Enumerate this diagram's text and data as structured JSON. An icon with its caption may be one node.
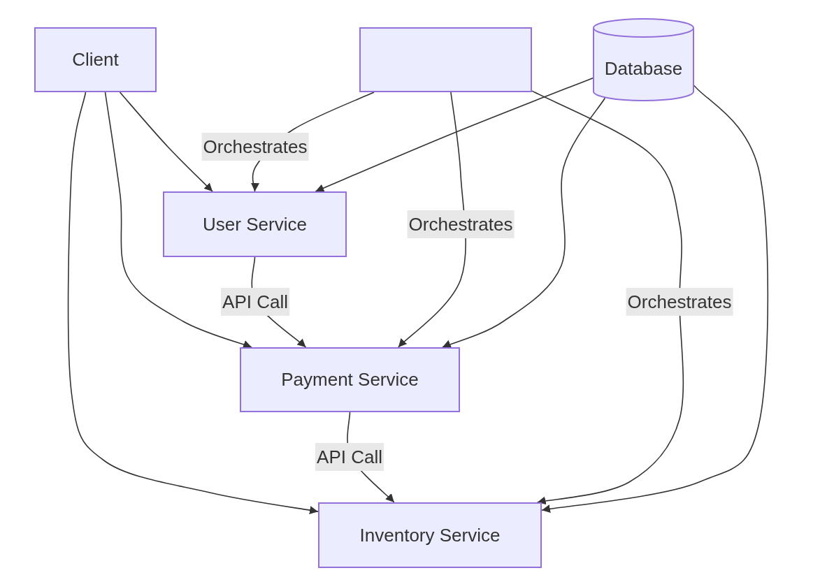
{
  "diagram": {
    "nodes": [
      {
        "text": [
          "Client"
        ]
      },
      {
        "text": [],
        "shape": "box"
      },
      {
        "text": [
          "Database"
        ]
      },
      {
        "text": [
          "User Service"
        ]
      },
      {
        "text": [
          "Payment Service"
        ]
      },
      {
        "text": [
          "Inventory Service"
        ]
      }
    ],
    "edges": [
      {
        "from": 0,
        "to": 3,
        "arrow": "to"
      },
      {
        "from": 0,
        "to": 4,
        "arrow": "to"
      },
      {
        "from": 0,
        "to": 5,
        "arrow": "to"
      },
      {
        "from": 1,
        "to": 3,
        "arrow": "to",
        "label": "Orchestrates"
      },
      {
        "from": 1,
        "to": 4,
        "arrow": "to",
        "label": "Orchestrates"
      },
      {
        "from": 1,
        "to": 5,
        "arrow": "to",
        "label": "Orchestrates"
      },
      {
        "from": 2,
        "to": 3,
        "arrow": "to"
      },
      {
        "from": 2,
        "to": 4,
        "arrow": "to"
      },
      {
        "from": 2,
        "to": 5,
        "arrow": "to"
      },
      {
        "from": 3,
        "to": 4,
        "arrow": "to",
        "label": "API Call"
      },
      {
        "from": 4,
        "to": 5,
        "arrow": "to",
        "label": "API Call"
      }
    ]
  }
}
